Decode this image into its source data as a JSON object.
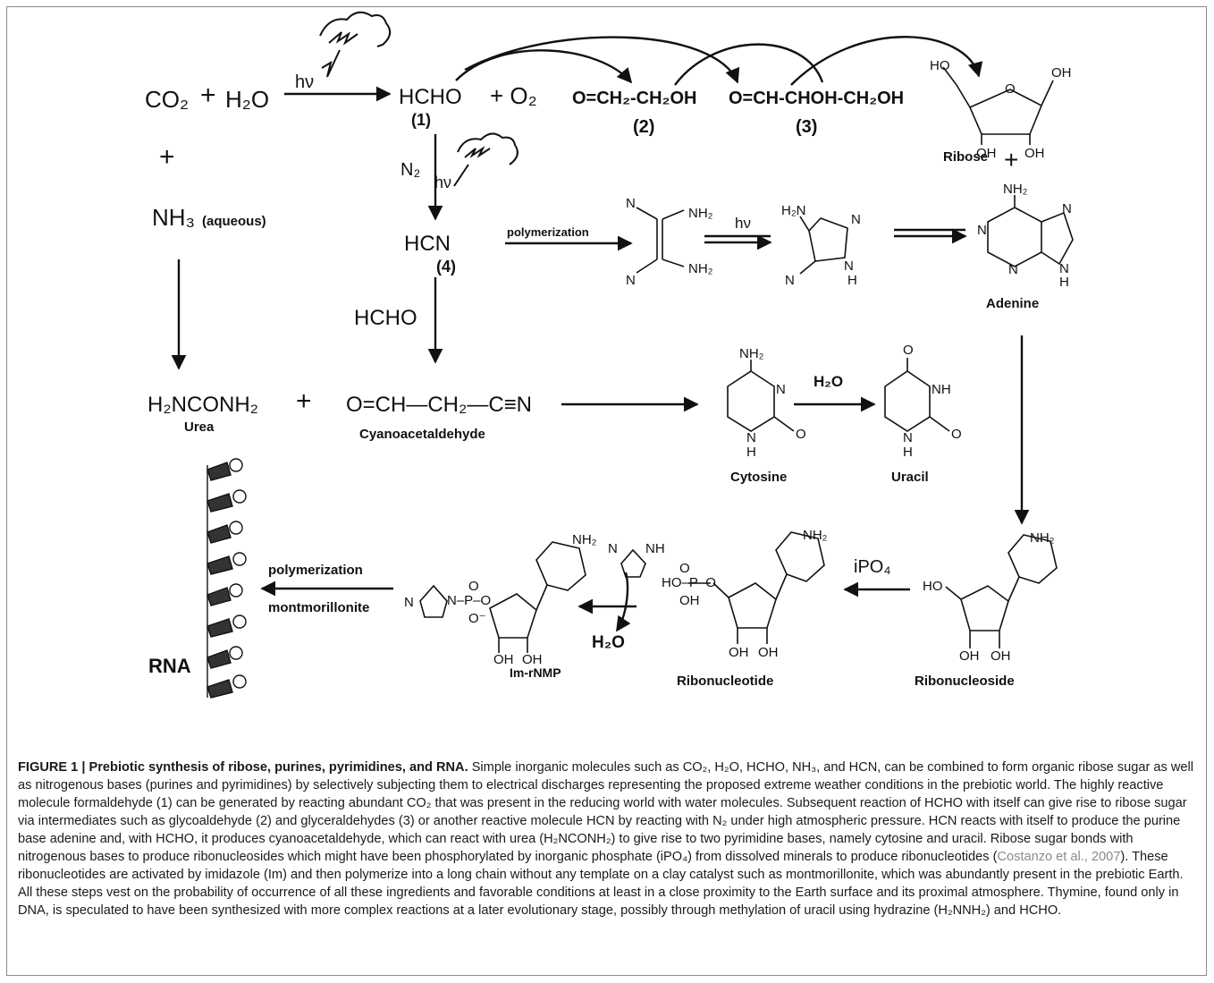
{
  "scheme": {
    "co2": "CO₂",
    "plus": "+",
    "h2o": "H₂O",
    "hv": "hν",
    "hcho": "HCHO",
    "n1": "(1)",
    "o2": "+ O₂",
    "glycoaldehyde": "O=CH₂-CH₂OH",
    "n2": "(2)",
    "glyceraldehyde": "O=CH-CHOH-CH₂OH",
    "n3": "(3)",
    "ribose": "Ribose",
    "nh3": "NH₃",
    "aqueous": "(aqueous)",
    "n2_gas": "N₂",
    "hcn": "HCN",
    "n4": "(4)",
    "polymerization": "polymerization",
    "adenine": "Adenine",
    "hcho2": "HCHO",
    "urea_formula": "H₂NCONH₂",
    "urea": "Urea",
    "cyano_formula": "O=CH—CH₂—C≡N",
    "cyanoacetaldehyde": "Cyanoacetaldehyde",
    "cytosine": "Cytosine",
    "h2o_step": "H₂O",
    "uracil": "Uracil",
    "ribonucleoside": "Ribonucleoside",
    "ipo4": "iPO₄",
    "ribonucleotide": "Ribonucleotide",
    "h2o_release": "H₂O",
    "imrnmp": "Im-rNMP",
    "polymerization2": "polymerization",
    "montmorillonite": "montmorillonite",
    "rna": "RNA"
  },
  "caption": {
    "title": "FIGURE 1 | Prebiotic synthesis of ribose, purines, pyrimidines, and RNA.",
    "body": "Simple inorganic molecules such as CO₂, H₂O, HCHO, NH₃, and HCN, can be combined to form organic ribose sugar as well as nitrogenous bases (purines and pyrimidines) by selectively subjecting them to electrical discharges representing the proposed extreme weather conditions in the prebiotic world. The highly reactive molecule formaldehyde (1) can be generated by reacting abundant CO₂ that was present in the reducing world with water molecules. Subsequent reaction of HCHO with itself can give rise to ribose sugar via intermediates such as glycoaldehyde (2) and glyceraldehydes (3) or another reactive molecule HCN by reacting with N₂ under high atmospheric pressure. HCN reacts with itself to produce the purine base adenine and, with HCHO, it produces cyanoacetaldehyde, which can react with urea (H₂NCONH₂) to give rise to two pyrimidine bases, namely cytosine and uracil. Ribose sugar bonds with nitrogenous bases to produce ribonucleosides which might have been phosphorylated by inorganic phosphate (iPO₄) from dissolved minerals to produce ribonucleotides (",
    "ref": "Costanzo et al., 2007",
    "body2": "). These ribonucleotides are activated by imidazole (Im) and then polymerize into a long chain without any template on a clay catalyst such as montmorillonite, which was abundantly present in the prebiotic Earth. All these steps vest on the probability of occurrence of all these ingredients and favorable conditions at least in a close proximity to the Earth surface and its proximal atmosphere. Thymine, found only in DNA, is speculated to have been synthesized with more complex reactions at a later evolutionary stage, possibly through methylation of uracil using hydrazine (H₂NNH₂) and HCHO."
  }
}
